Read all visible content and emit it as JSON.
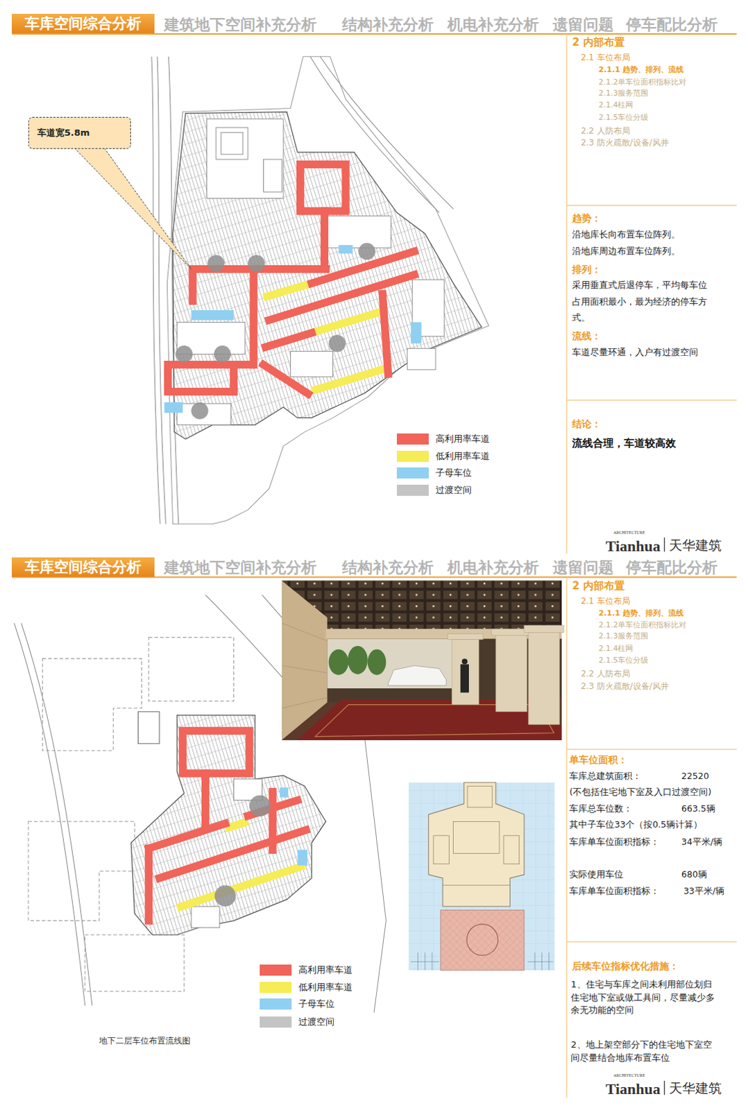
{
  "diagram": {
    "nodes": [
      {
        "text": [
          "车库空间综合分析"
        ]
      },
      {
        "text": [
          "车道宽5.8m"
        ]
      },
      {
        "text": [
          "车库空间综合分析"
        ]
      }
    ],
    "labels": [
      "建筑地下空间补充分析",
      "结构补充分析",
      "机电补充分析",
      "遗留问题",
      "停车配比分析",
      "2 内部布置",
      "2.1 车位布局",
      "2.1.1 趋势、排列、流线",
      "2.1.2单车位面积指标比对",
      "2.1.3服务范围",
      "2.1.4柱网",
      "2.1.5车位分级",
      "2.2 人防布局",
      "2.3 防火疏散/设备/风井",
      "趋势：",
      "沿地库长向布置车位阵列。",
      "沿地库周边布置车位阵列。",
      "排列：",
      "采用垂直式后退停车，平均每车位占用面积最小，最为经济的停车方式。",
      "流线：",
      "车道尽量环通，入户有过渡空间",
      "结论：",
      "流线合理，车道较高效",
      "ARCHITECTURE",
      "Tianhua",
      "天华建筑",
      "建筑地下空间补充分析",
      "结构补充分析",
      "机电补充分析",
      "遗留问题",
      "停车配比分析",
      "2 内部布置",
      "2.1 车位布局",
      "2.1.1 趋势、排列、流线",
      "2.1.2单车位面积指标比对",
      "2.1.3服务范围",
      "2.1.4柱网",
      "2.1.5车位分级",
      "2.2 人防布局",
      "2.3 防火疏散/设备/风井",
      "单车位面积：",
      "车库总建筑面积：",
      "22520",
      "(不包括住宅地下室及入口过渡空间)",
      "车库总车位数：",
      "663.5辆",
      "其中子车位33个（按0.5辆计算）",
      "车库单车位面积指标：",
      "34平米/辆",
      "实际使用车位",
      "680辆",
      "车库单车位面积指标：",
      "33平米/辆",
      "后续车位指标优化措施：",
      "1、住宅与车库之间未利用部位划归住宅地下室或做工具间，尽量减少多余无功能的空间",
      "2、地上架空部分下的住宅地下室空间尽量结合地库布置车位",
      "地下二层车位布置流线图",
      "ARCHITECTURE",
      "Tianhua",
      "天华建筑"
    ],
    "legend": [
      {
        "text": "高利用率车道",
        "color": "#f0645a"
      },
      {
        "text": "低利用率车道",
        "color": "#f5ec56"
      },
      {
        "text": "子母车位",
        "color": "#8fd0f2"
      },
      {
        "text": "过渡空间",
        "color": "#c4c4c4"
      },
      {
        "text": "高利用率车道",
        "color": "#f0645a"
      },
      {
        "text": "低利用率车道",
        "color": "#f5ec56"
      },
      {
        "text": "子母车位",
        "color": "#8fd0f2"
      },
      {
        "text": "过渡空间",
        "color": "#c4c4c4"
      }
    ]
  }
}
